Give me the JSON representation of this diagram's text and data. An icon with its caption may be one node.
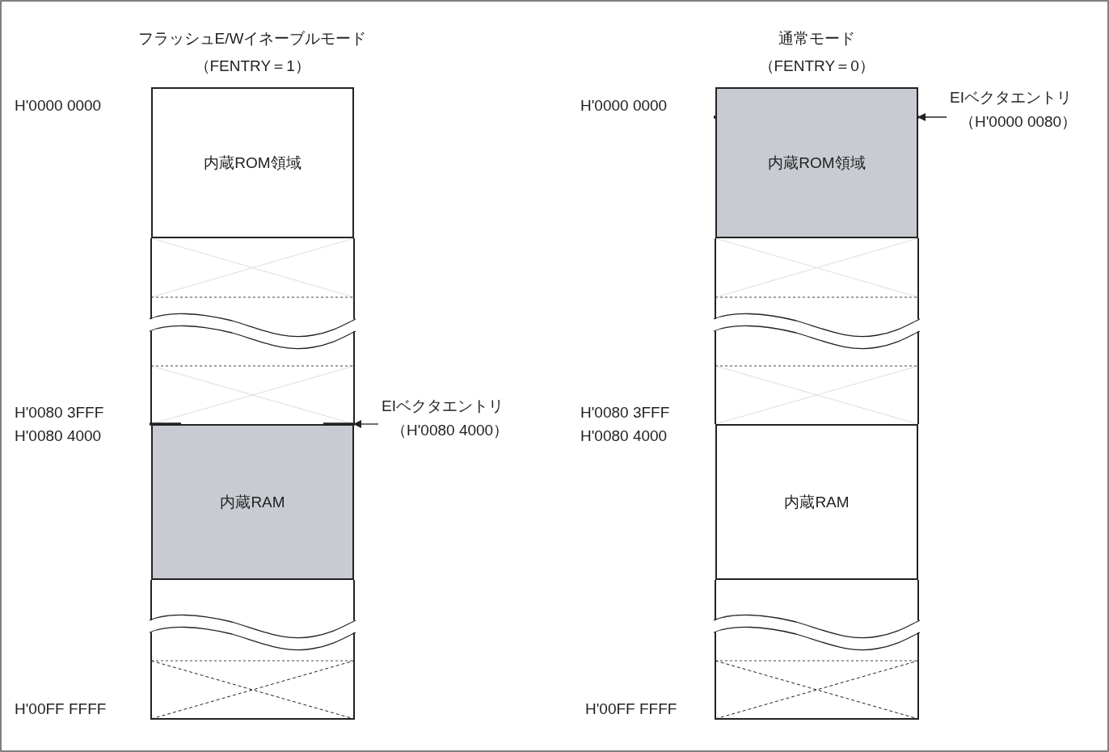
{
  "diagram": {
    "nodes": [
      {
        "text": [
          "内蔵ROM領域"
        ]
      },
      {
        "text": [
          "内蔵RAM"
        ]
      },
      {
        "text": [
          "内蔵ROM領域"
        ]
      },
      {
        "text": [
          "内蔵RAM"
        ]
      },
      {
        "text": [
          "EIベクタエントリ",
          "（H'0080 4000）"
        ]
      },
      {
        "text": [
          "EIベクタエントリ",
          "（H'0000 0080）"
        ]
      }
    ],
    "edges": [
      {
        "from": 4,
        "to": 1,
        "arrow": "to"
      },
      {
        "from": 5,
        "to": 2,
        "arrow": "to"
      }
    ],
    "labels": [
      "フラッシュE/Wイネーブルモード",
      "（FENTRY＝1）",
      "通常モード",
      "（FENTRY＝0）",
      "H'0000 0000",
      "H'0000 0000",
      "H'0080 3FFF",
      "H'0080 4000",
      "H'0080 3FFF",
      "H'0080 4000",
      "H'00FF FFFF",
      "H'00FF FFFF"
    ]
  }
}
